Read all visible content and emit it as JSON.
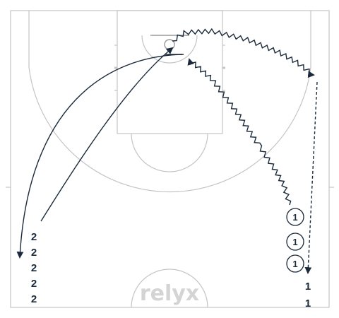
{
  "watermark": "relyx",
  "players": {
    "group_2": [
      "2",
      "2",
      "2",
      "2",
      "2"
    ],
    "group_1_circled": [
      "1",
      "1",
      "1"
    ],
    "group_1_plain": [
      "1",
      "1"
    ]
  },
  "colors": {
    "court_lines": "#c4c4c4",
    "drill_paths": "#1b2a3a",
    "watermark": "#d4d4d4"
  },
  "icons": [
    "basket-rim-icon",
    "arrow-head-icon"
  ]
}
